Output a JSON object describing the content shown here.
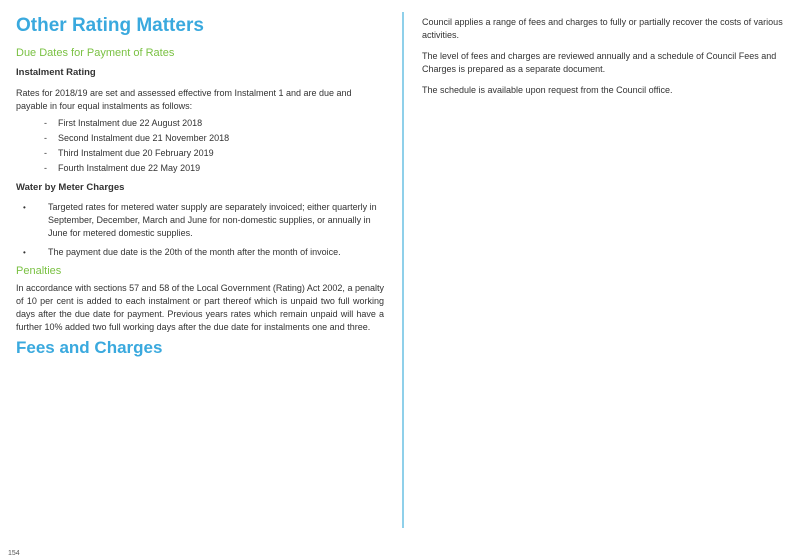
{
  "left": {
    "title": "Other Rating Matters",
    "due_dates_heading": "Due Dates for Payment of Rates",
    "instalment_heading": "Instalment Rating",
    "instalment_text": "Rates for 2018/19 are set and assessed effective from Instalment 1 and are due and payable in four equal instalments as follows:",
    "dash_marker": "-",
    "instalments": [
      "First Instalment due 22 August 2018",
      "Second Instalment due 21 November 2018",
      "Third Instalment due 20 February 2019",
      "Fourth Instalment due 22 May 2019"
    ],
    "water_heading": "Water by Meter Charges",
    "bullet_marker": "•",
    "water_bullets": [
      "Targeted rates for metered water supply are separately invoiced; either quarterly in September, December, March and June for non-domestic supplies, or annually in June for metered domestic supplies.",
      "The payment due date is the 20th of the month after the month of invoice."
    ],
    "penalties_heading": "Penalties",
    "penalties_text": "In accordance with sections 57 and 58 of the Local Government (Rating) Act 2002, a penalty of 10 per cent is added to each instalment or part thereof which is unpaid two full working days after the due date for payment. Previous years rates which remain unpaid will have a further 10% added two full working days after the due date for instalments one and three.",
    "fees_title": "Fees and Charges"
  },
  "right": {
    "paragraphs": [
      "Council applies a range of fees and charges to fully or partially recover the costs of various activities.",
      "The level of fees and charges are reviewed annually and a schedule of Council Fees and Charges is prepared as a separate document.",
      "The schedule is available upon request from the Council office."
    ]
  },
  "page_number": "154",
  "colors": {
    "heading_blue": "#3aa9de",
    "subheading_green": "#7ac143",
    "divider": "#8fd0ea"
  }
}
